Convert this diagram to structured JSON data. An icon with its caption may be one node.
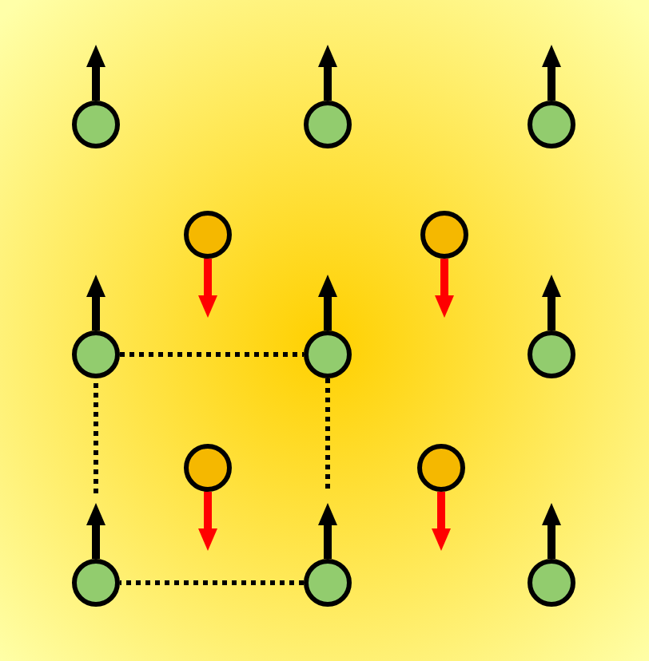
{
  "diagram": {
    "nodes": [
      {
        "text": [],
        "shape": "circle"
      },
      {
        "text": [],
        "shape": "circle"
      },
      {
        "text": [],
        "shape": "circle"
      },
      {
        "text": [],
        "shape": "circle"
      },
      {
        "text": [],
        "shape": "circle"
      },
      {
        "text": [],
        "shape": "circle"
      },
      {
        "text": [],
        "shape": "circle"
      },
      {
        "text": [],
        "shape": "circle"
      },
      {
        "text": [],
        "shape": "circle"
      },
      {
        "text": [],
        "shape": "circle"
      },
      {
        "text": [],
        "shape": "circle"
      },
      {
        "text": [],
        "shape": "circle"
      },
      {
        "text": [],
        "shape": "circle"
      }
    ],
    "edges": [
      {
        "from": 5,
        "to": 6,
        "arrow": "none",
        "style": "dashed"
      },
      {
        "from": 6,
        "to": 11,
        "arrow": "none",
        "style": "dashed"
      },
      {
        "from": 11,
        "to": 10,
        "arrow": "none",
        "style": "dashed"
      },
      {
        "from": 10,
        "to": 5,
        "arrow": "none",
        "style": "dashed"
      }
    ]
  }
}
